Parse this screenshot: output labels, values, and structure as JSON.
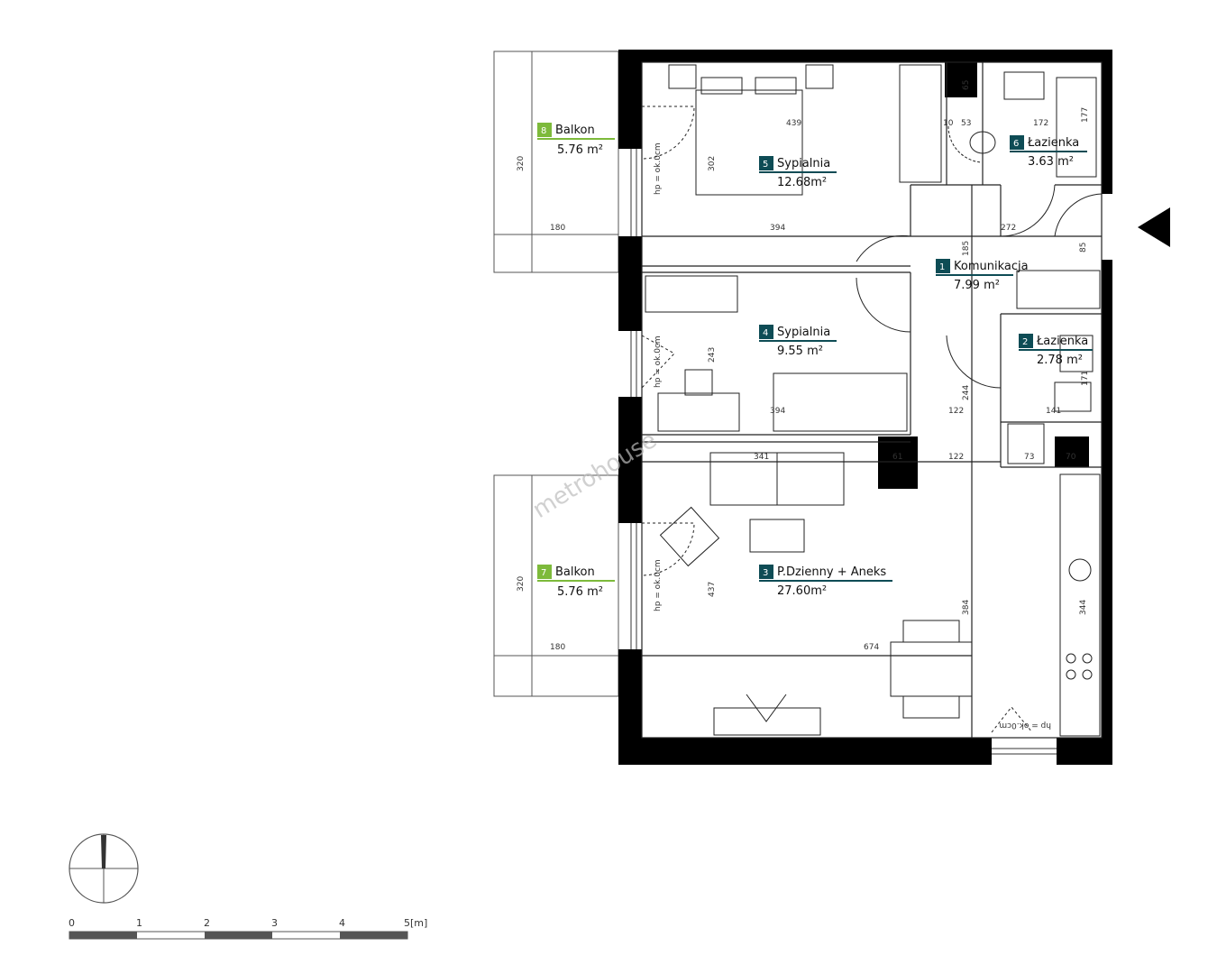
{
  "colors": {
    "wall": "#000000",
    "badge_green": "#7dba3b",
    "badge_dark": "#0e4c55",
    "thin": "#555555"
  },
  "rooms": [
    {
      "id": "r8",
      "num": "8",
      "name": "Balkon",
      "area": "5.76  m²",
      "badge": "green"
    },
    {
      "id": "r5",
      "num": "5",
      "name": "Sypialnia",
      "area": "12.68m²",
      "badge": "dark"
    },
    {
      "id": "r6",
      "num": "6",
      "name": "Łazienka",
      "area": "3.63  m²",
      "badge": "dark"
    },
    {
      "id": "r1",
      "num": "1",
      "name": "Komunikacja",
      "area": "7.99  m²",
      "badge": "dark"
    },
    {
      "id": "r4",
      "num": "4",
      "name": "Sypialnia",
      "area": "9.55  m²",
      "badge": "dark"
    },
    {
      "id": "r2",
      "num": "2",
      "name": "Łazienka",
      "area": "2.78  m²",
      "badge": "dark"
    },
    {
      "id": "r3",
      "num": "3",
      "name": "P.Dzienny + Aneks",
      "area": "27.60m²",
      "badge": "dark"
    },
    {
      "id": "r7",
      "num": "7",
      "name": "Balkon",
      "area": "5.76  m²",
      "badge": "green"
    }
  ],
  "dimensions": [
    "65",
    "439",
    "53",
    "172",
    "177",
    "10",
    "302",
    "394",
    "272",
    "185",
    "85",
    "320",
    "180",
    "243",
    "394",
    "244",
    "122",
    "141",
    "171",
    "341",
    "61",
    "122",
    "73",
    "70",
    "437",
    "384",
    "674",
    "344",
    "320",
    "180"
  ],
  "hp_notes": [
    "hp = ok.0cm",
    "hp = ok.0cm",
    "hp = ok.0cm",
    "hp = ok.0cm"
  ],
  "watermark": "metrohouse",
  "scale": {
    "labels": [
      "0",
      "1",
      "2",
      "3",
      "4",
      "5[m]"
    ]
  }
}
